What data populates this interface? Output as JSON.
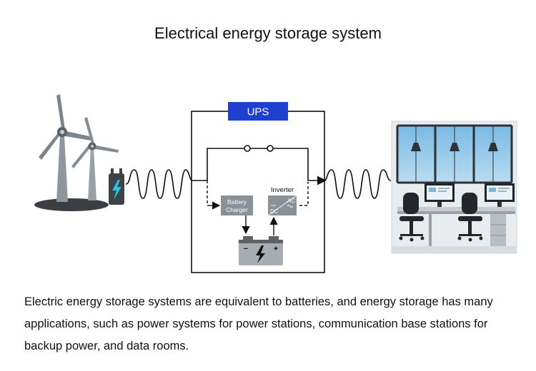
{
  "title": "Electrical energy storage system",
  "ups": {
    "label": "UPS"
  },
  "battery_charger": {
    "line1": "Battery",
    "line2": "Charger"
  },
  "inverter": {
    "label": "Inverter",
    "ac": "AC",
    "dc": "DC"
  },
  "battery": {
    "neg": "−",
    "pos": "+"
  },
  "description": "Electric energy storage systems are equivalent to batteries, and energy storage has many applications, such as power systems for power stations, communication base stations  for backup power, and data rooms.",
  "colors": {
    "ups_blue": "#1f3fd0",
    "component_gray": "#8a9297",
    "battery_body": "#a7adb3",
    "accent_teal": "#26c6d6",
    "window_blue": "#5fa7d8"
  },
  "icons": [
    "wind-turbine-icon",
    "power-converter-icon",
    "battery-icon",
    "office-data-room-icon"
  ]
}
